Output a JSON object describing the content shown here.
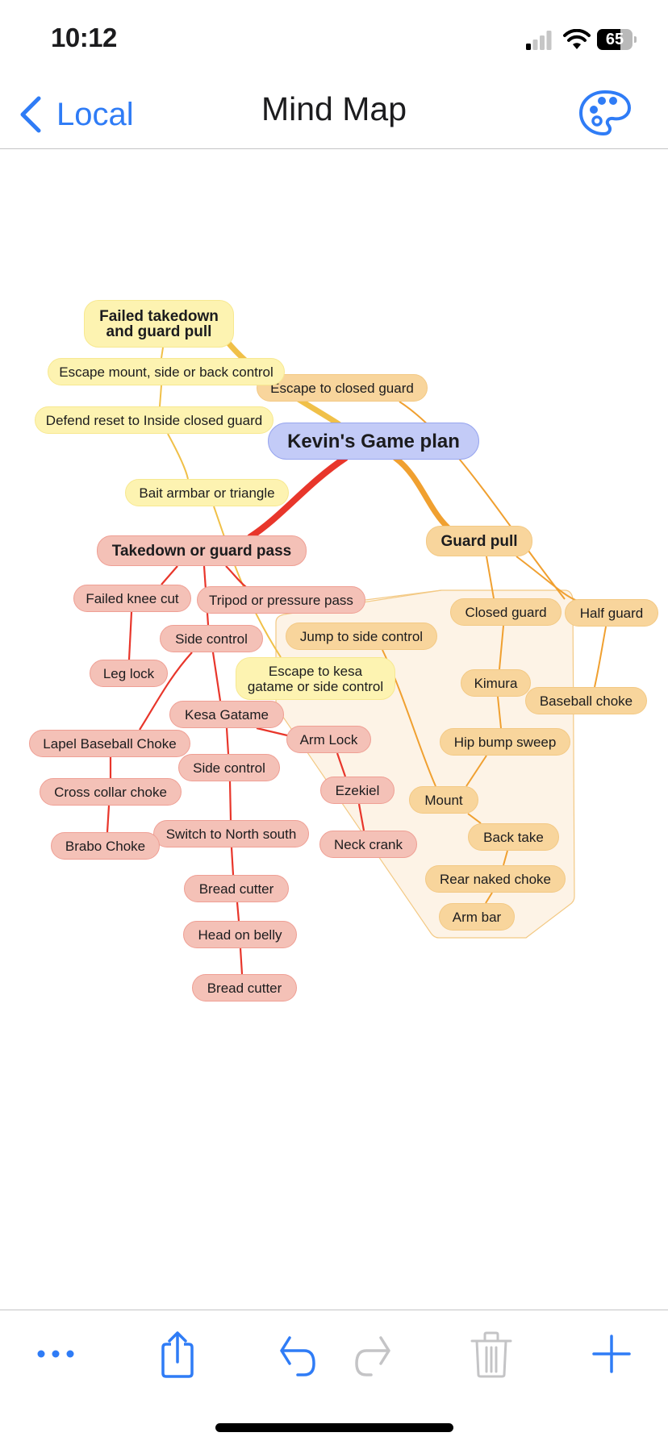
{
  "status_bar": {
    "time": "10:12",
    "battery_level": "65",
    "battery_fraction": 0.65,
    "signal_bars_active": 1,
    "signal_bars_total": 4
  },
  "nav": {
    "back_label": "Local",
    "title": "Mind Map",
    "palette_icon": "palette-icon"
  },
  "colors": {
    "accent": "#2f7cf6",
    "branch_red": "#e8362b",
    "branch_orange": "#f0a030",
    "branch_yellow": "#f0c048",
    "root_fill": "#c3cbf7"
  },
  "mind_map": {
    "root": "Kevin's Game plan",
    "nodes": {
      "root": "Kevin's Game plan",
      "failed_takedown": "Failed takedown\nand guard pull",
      "escape_mount": "Escape mount, side or back control",
      "defend_reset": "Defend reset to Inside closed guard",
      "bait_armbar": "Bait armbar or triangle",
      "escape_kesa": "Escape to kesa\ngatame or side control",
      "escape_closed_guard": "Escape to closed guard",
      "takedown": "Takedown or guard pass",
      "failed_knee_cut": "Failed knee cut",
      "leg_lock": "Leg lock",
      "tripod": "Tripod or pressure pass",
      "side_control_1": "Side control",
      "lapel_baseball": "Lapel Baseball Choke",
      "cross_collar": "Cross collar choke",
      "brabo": "Brabo Choke",
      "kesa_gatame": "Kesa Gatame",
      "arm_lock": "Arm Lock",
      "ezekiel": "Ezekiel",
      "neck_crank": "Neck crank",
      "side_control_2": "Side control",
      "switch_ns": "Switch to North south",
      "bread_cutter_1": "Bread cutter",
      "head_on_belly": "Head on belly",
      "bread_cutter_2": "Bread cutter",
      "guard_pull": "Guard pull",
      "jump_side_control": "Jump to side control",
      "closed_guard": "Closed guard",
      "half_guard": "Half guard",
      "kimura": "Kimura",
      "baseball_choke": "Baseball choke",
      "hip_bump": "Hip bump sweep",
      "mount": "Mount",
      "back_take": "Back take",
      "rear_naked": "Rear naked choke",
      "arm_bar": "Arm bar"
    }
  },
  "toolbar": {
    "more": "more-icon",
    "share": "share-icon",
    "undo": "undo-icon",
    "redo": "redo-icon",
    "delete": "trash-icon",
    "add": "plus-icon"
  }
}
